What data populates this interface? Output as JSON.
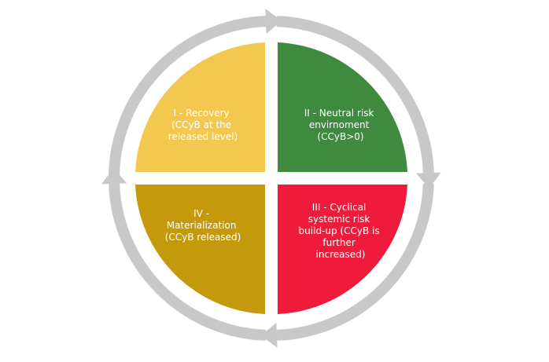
{
  "colors": {
    "recovery": "#f2c84f",
    "neutral": "#3f8a3f",
    "buildup": "#ee1c3a",
    "materialization": "#c49a0c",
    "cycle_arrow": "#c8c8c8",
    "label_text": "#ffffff"
  },
  "quadrants": [
    {
      "id": "recovery",
      "position": "top-left",
      "lines": [
        "I - Recovery",
        "(CCyB at the",
        "released level)"
      ]
    },
    {
      "id": "neutral",
      "position": "top-right",
      "lines": [
        "II - Neutral risk",
        "envirnoment",
        "(CCyB>0)"
      ]
    },
    {
      "id": "buildup",
      "position": "bottom-right",
      "lines": [
        "III - Cyclical",
        "systemic risk",
        "build-up (CCyB is",
        "further",
        "increased)"
      ]
    },
    {
      "id": "materialization",
      "position": "bottom-left",
      "lines": [
        "IV -",
        "Materialization",
        "(CCyB released)"
      ]
    }
  ],
  "cycle": {
    "direction": "clockwise",
    "arrow_icon": "circular-cycle-arrow-icon"
  }
}
